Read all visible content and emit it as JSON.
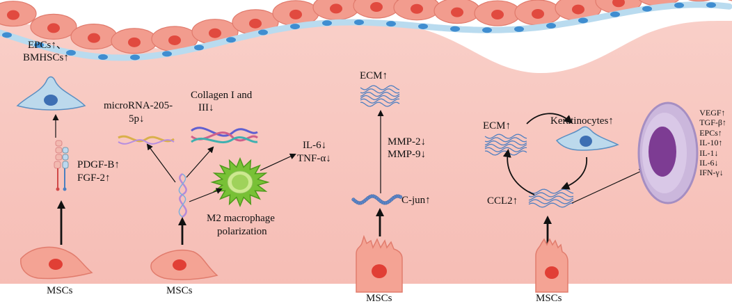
{
  "figure": {
    "labels": {
      "msc_1": "MSCs",
      "msc_2": "MSCs",
      "msc_3": "MSCs",
      "msc_4": "MSCs",
      "epcs_line1": "EPCs↑、",
      "epcs_line2": "BMHSCs↑",
      "pdgf_line1": "PDGF-B↑",
      "pdgf_line2": "FGF-2↑",
      "microrna_line1": "microRNA-205-",
      "microrna_line2": "5p↓",
      "collagen_line1": "Collagen I and",
      "collagen_line2": "III↓",
      "il6": "IL-6↓",
      "tnfa": "TNF-α↓",
      "m2_line1": "M2 macrophage",
      "m2_line2": "polarization",
      "ecm_mid": "ECM↑",
      "mmp2": "MMP-2↓",
      "mmp9": "MMP-9↓",
      "cjun": "C-jun↑",
      "ecm_right": "ECM↑",
      "keratinocytes": "Keratinocytes↑",
      "ccl2": "CCL2↑"
    },
    "cytokines": [
      "VEGF↑",
      "TGF-β↑",
      "EPCs↑",
      "IL-10↑",
      "IL-1↓",
      "IL-6↓",
      "IFN-γ↓"
    ],
    "colors": {
      "tissue": "#f7c4bd",
      "epithelium": "#f29c8e",
      "nucleus": "#e14a3f",
      "vessel": "#b9dbef",
      "vessel_nucleus": "#3f8dd0",
      "macrophage": "#6fbb2a",
      "immune_cell": "#c7b3d9",
      "immune_nucleus": "#7a3d8f",
      "fiber": "#4f7fc0",
      "arrow": "#111111"
    }
  }
}
